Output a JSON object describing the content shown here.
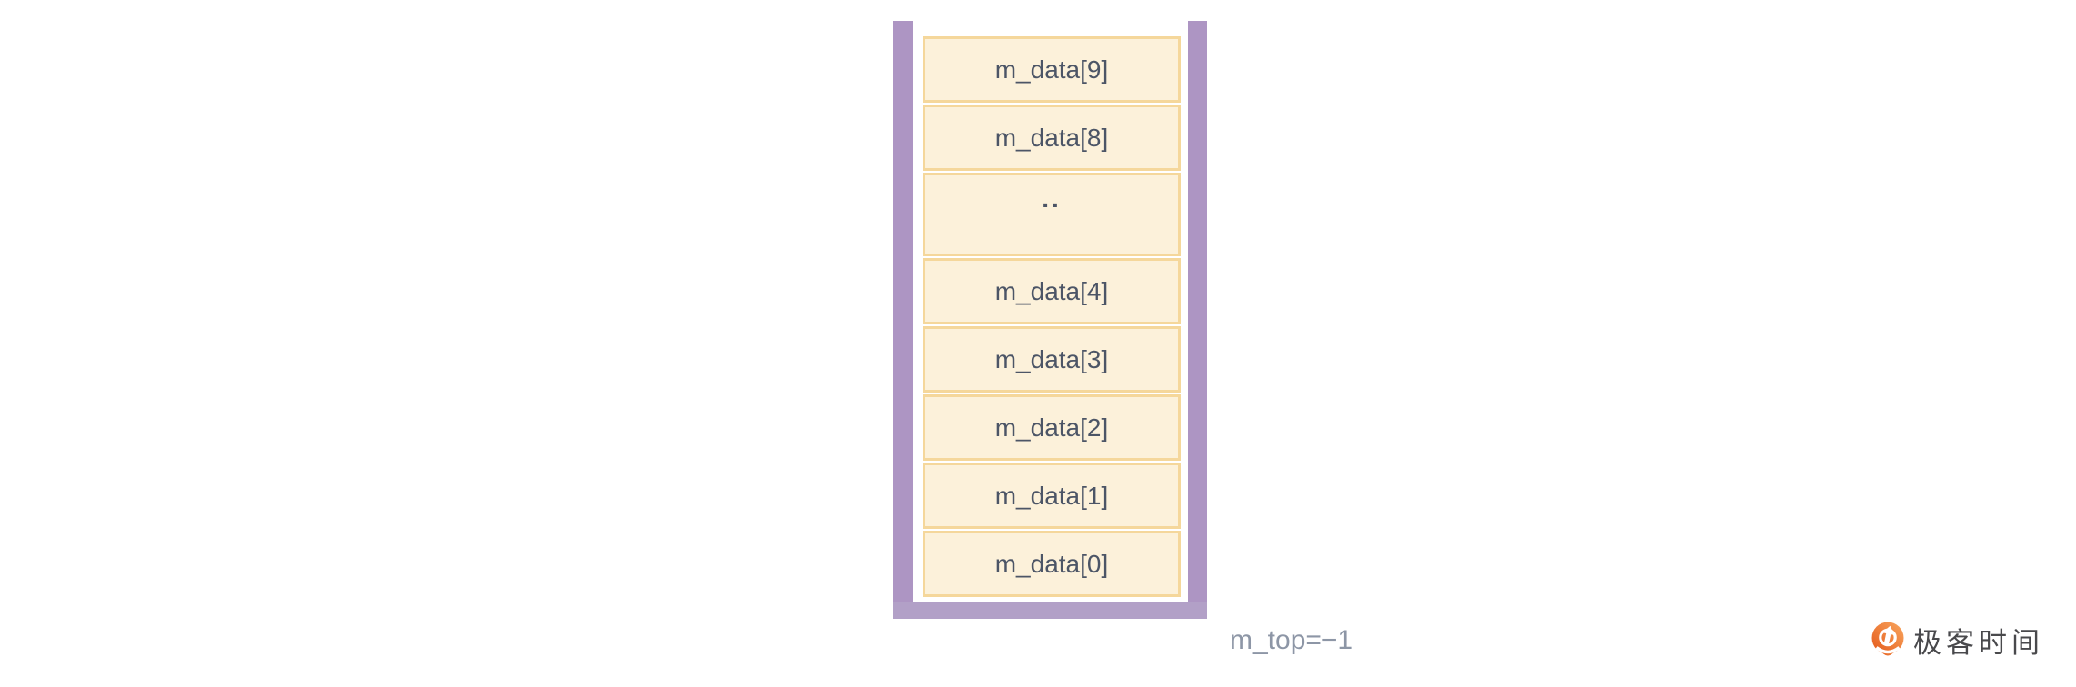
{
  "diagram": {
    "type": "stack-array-diagram",
    "stack_cells": [
      {
        "label": "m_data[9]"
      },
      {
        "label": "m_data[8]"
      },
      {
        "label": "..",
        "note": "ellipsis-cell"
      },
      {
        "label": "m_data[4]"
      },
      {
        "label": "m_data[3]"
      },
      {
        "label": "m_data[2]"
      },
      {
        "label": "m_data[1]"
      },
      {
        "label": "m_data[0]"
      }
    ],
    "pointer_label": "m_top=−1",
    "colors": {
      "container_wall": "#ad95c3",
      "container_base": "#b2a0c7",
      "cell_border": "#f5d79b",
      "cell_fill": "#fcf1da",
      "cell_text": "#4c5566",
      "pointer_text": "#8d96a6"
    }
  },
  "branding": {
    "logo_text": "极客时间",
    "logo_icon": "geektime-logo-icon",
    "logo_orange": "#ee6c20",
    "logo_orange_light": "#f9a75f",
    "logo_text_color": "#49494c"
  }
}
